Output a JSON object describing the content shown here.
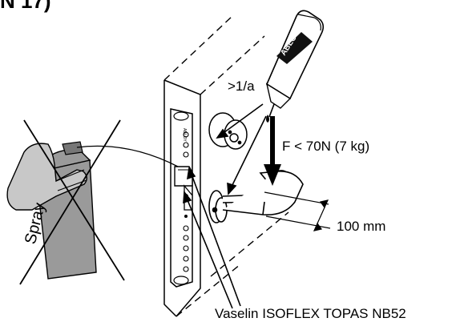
{
  "heading": "N 17)",
  "labels": {
    "lube_interval": ">1/a",
    "force": "F < 70N (7 kg)",
    "distance": "100 mm",
    "lubricant": "Vaselin ISOFLEX TOPAS NB52",
    "spray": "Spray",
    "oiler_brand": "ABLOY",
    "faceplate_brand": "ABLOY"
  },
  "icons": {
    "spray_can": "spray-can-crossed-out",
    "oiler": "oil-bottle",
    "door": "door-edge",
    "lock": "lock-body-faceplate",
    "handle": "lever-handle",
    "force_arrow": "downward-arrow"
  },
  "colors": {
    "line": "#000000",
    "spray_fill": "#9a9a9a",
    "hand_fill": "#c8c8c8",
    "background": "#ffffff"
  }
}
